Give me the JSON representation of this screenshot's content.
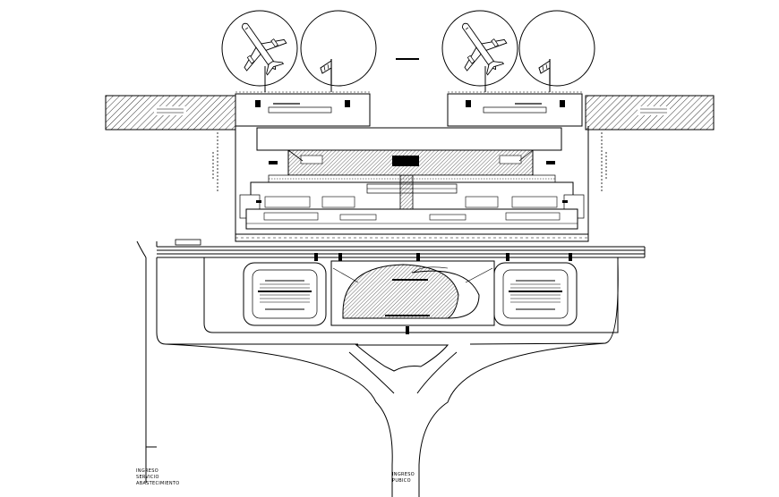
{
  "labels": {
    "entrance_service_l1": "INGRESO",
    "entrance_service_l2": "SERVICIO",
    "entrance_service_l3": "ABASTECIMIENTO",
    "entrance_public_l1": "INGRESO",
    "entrance_public_l2": "PUBICO"
  },
  "icons": {
    "aircraft": "airplane-icon",
    "windsock": "windsock-icon"
  },
  "colors": {
    "line": "#000000",
    "background": "#ffffff"
  }
}
